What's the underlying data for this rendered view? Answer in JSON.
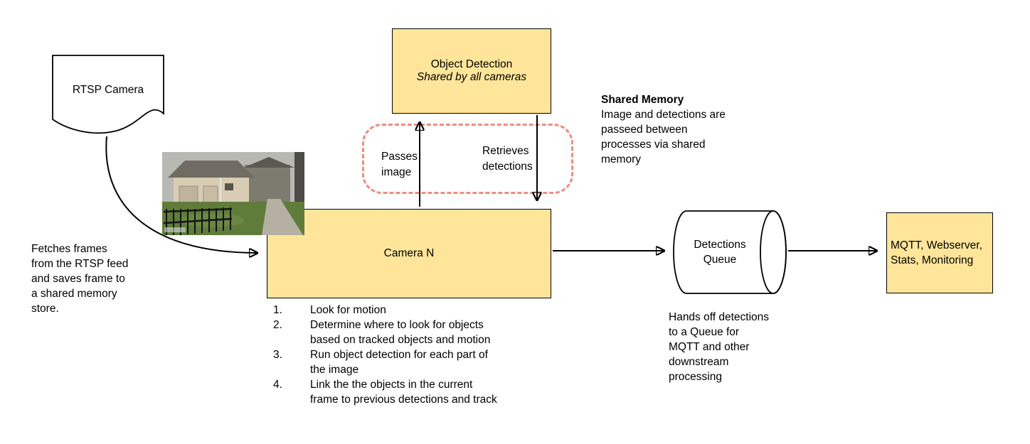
{
  "diagram": {
    "colors": {
      "node_fill": "#ffe599",
      "node_border": "#000000",
      "shared_memory_outline": "#ec8e7e"
    },
    "rtsp_camera": {
      "label": "RTSP Camera"
    },
    "camera_snapshot": {
      "alt": "Backyard security camera frame: house with hip roof, lawn, sidewalk and black metal fence"
    },
    "fetch_note": "Fetches frames from the RTSP feed and saves frame to a shared memory store.",
    "object_detection": {
      "title": "Object Detection",
      "subtitle": "Shared by all cameras"
    },
    "flow_labels": {
      "passes_image": "Passes image",
      "retrieves_detections": "Retrieves detections"
    },
    "shared_memory_note": {
      "title": "Shared Memory",
      "body": "Image and detections are passeed between processes via shared memory"
    },
    "camera_n": {
      "label": "Camera N"
    },
    "camera_steps": [
      {
        "num": "1.",
        "text": "Look for motion"
      },
      {
        "num": "2.",
        "text": "Determine where to look for objects based on tracked objects and motion"
      },
      {
        "num": "3.",
        "text": "Run object detection for each part of the image"
      },
      {
        "num": "4.",
        "text": "Link the the objects in the current frame to previous detections and track"
      }
    ],
    "detections_queue": {
      "label": "Detections Queue"
    },
    "handoff_note": "Hands off detections to a Queue for MQTT and other downstream processing",
    "mqtt_box": {
      "label": "MQTT, Webserver, Stats, Monitoring"
    }
  }
}
